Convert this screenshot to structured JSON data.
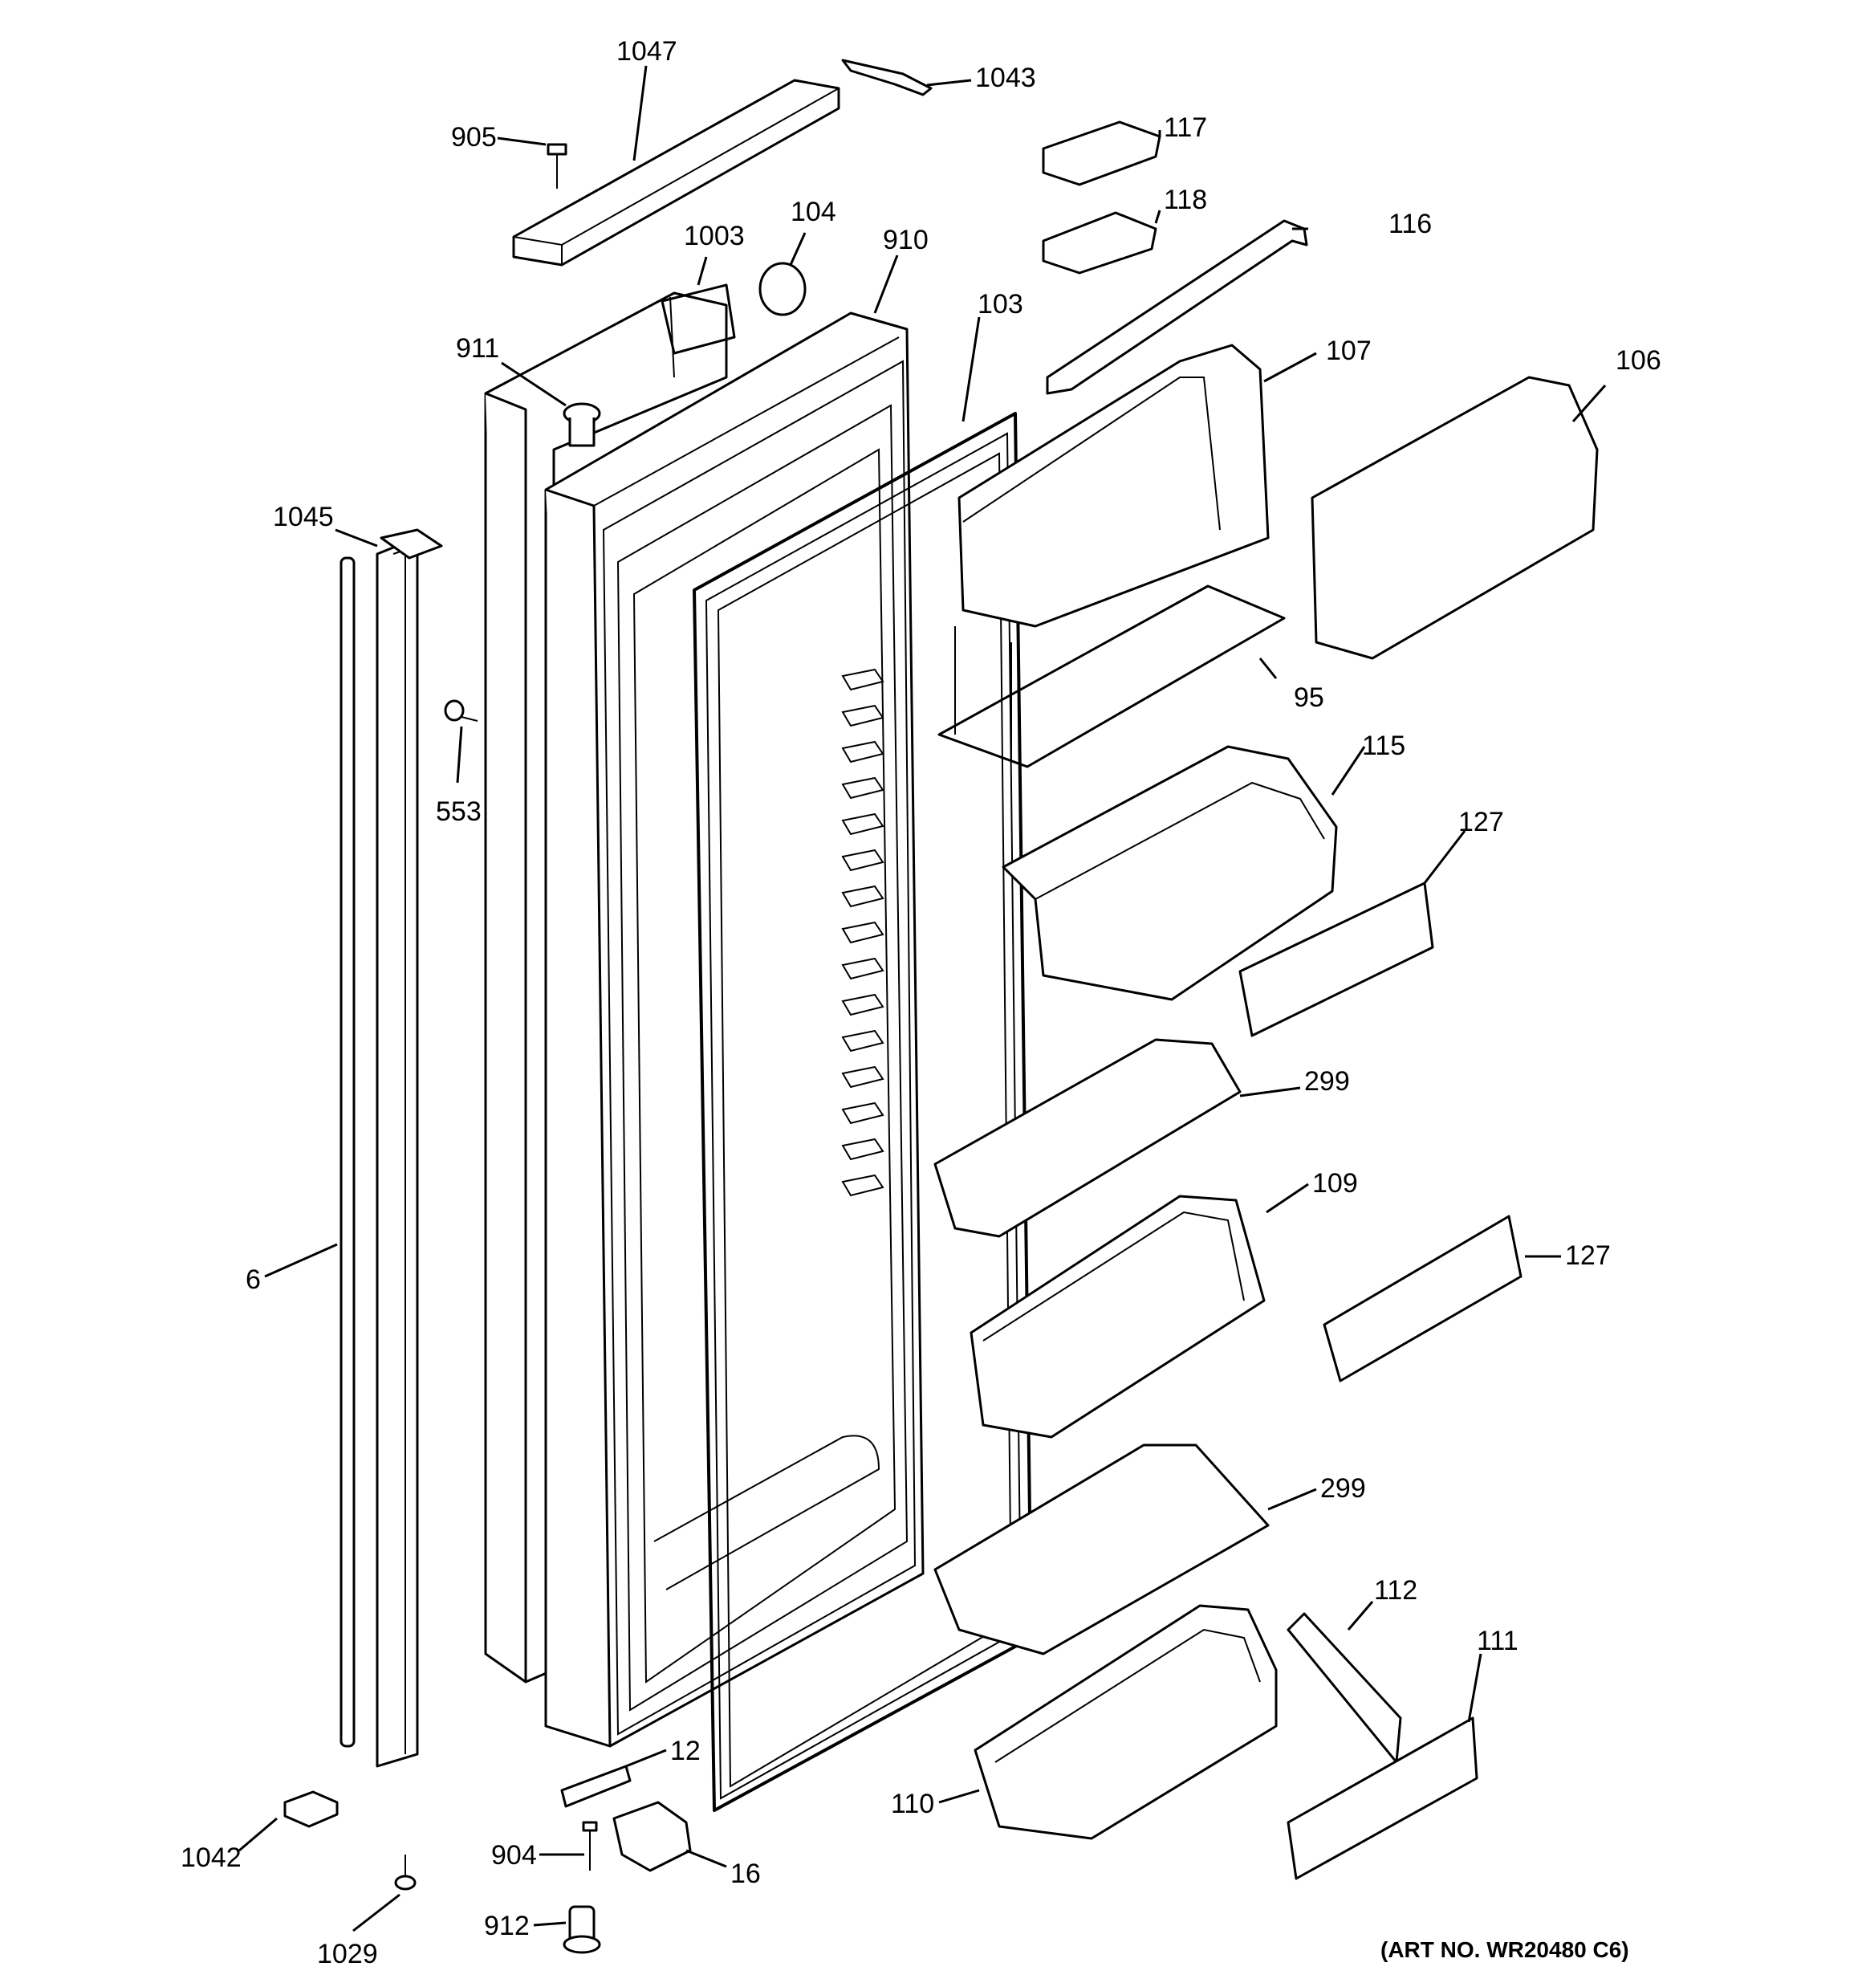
{
  "callouts": {
    "c1047": "1047",
    "c1043": "1043",
    "c905": "905",
    "c117": "117",
    "c118": "118",
    "c116": "116",
    "c1003": "1003",
    "c104": "104",
    "c910": "910",
    "c103": "103",
    "c911": "911",
    "c107": "107",
    "c106": "106",
    "c1045": "1045",
    "c553": "553",
    "c95": "95",
    "c115": "115",
    "c127a": "127",
    "c299a": "299",
    "c109": "109",
    "c127b": "127",
    "c6": "6",
    "c299b": "299",
    "c112": "112",
    "c111": "111",
    "c12": "12",
    "c110": "110",
    "c1042": "1042",
    "c904": "904",
    "c16": "16",
    "c1029": "1029",
    "c912": "912"
  },
  "art_number": "(ART NO. WR20480 C6)"
}
